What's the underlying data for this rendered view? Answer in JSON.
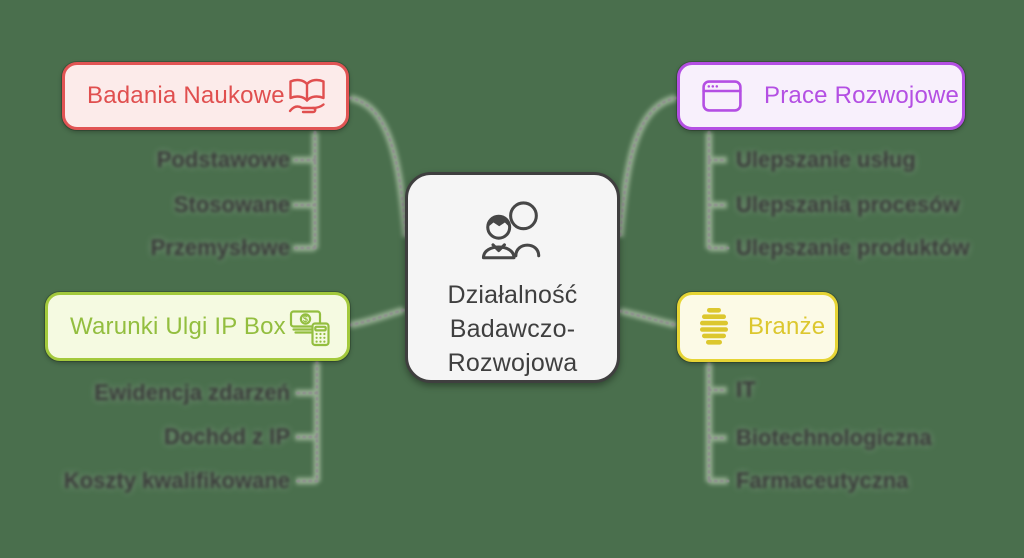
{
  "app": {
    "type": "mindmap",
    "background_color": "#4A6F4D",
    "connector_color": "#8F8F8F"
  },
  "center_node": {
    "icon": "people-icon",
    "lines": [
      "Działalność",
      "Badawczo-",
      "Rozwojowa"
    ],
    "colors": {
      "background": "#F5F5F5",
      "border": "#3F3F3F",
      "text": "#3F3F3F"
    }
  },
  "branches": [
    {
      "id": "badania-naukowe",
      "label": "Badania Naukowe",
      "icon": "book-hand-icon",
      "position": "top-left",
      "colors": {
        "border": "#E15454",
        "background": "#FCEBEA",
        "text": "#E04F4F"
      },
      "items": [
        "Podstawowe",
        "Stosowane",
        "Przemysłowe"
      ]
    },
    {
      "id": "prace-rozwojowe",
      "label": "Prace Rozwojowe",
      "icon": "browser-window-icon",
      "position": "top-right",
      "colors": {
        "border": "#B44FE3",
        "background": "#F8F0FC",
        "text": "#B44FE3"
      },
      "items": [
        "Ulepszanie usług",
        "Ulepszania procesów",
        "Ulepszanie produktów"
      ]
    },
    {
      "id": "warunki-ulgi-ip-box",
      "label": "Warunki Ulgi IP Box",
      "icon": "money-calculator-icon",
      "position": "middle-left",
      "colors": {
        "border": "#A3C93C",
        "background": "#F5FAE1",
        "text": "#93BE3F"
      },
      "items": [
        "Ewidencja zdarzeń",
        "Dochód z IP",
        "Koszty kwalifikowane"
      ]
    },
    {
      "id": "branze",
      "label": "Branże",
      "icon": "beehive-icon",
      "position": "middle-right",
      "colors": {
        "border": "#E6D434",
        "background": "#FCFAE6",
        "text": "#DCC72E"
      },
      "items": [
        "IT",
        "Biotechnologiczna",
        "Farmaceutyczna"
      ]
    }
  ]
}
